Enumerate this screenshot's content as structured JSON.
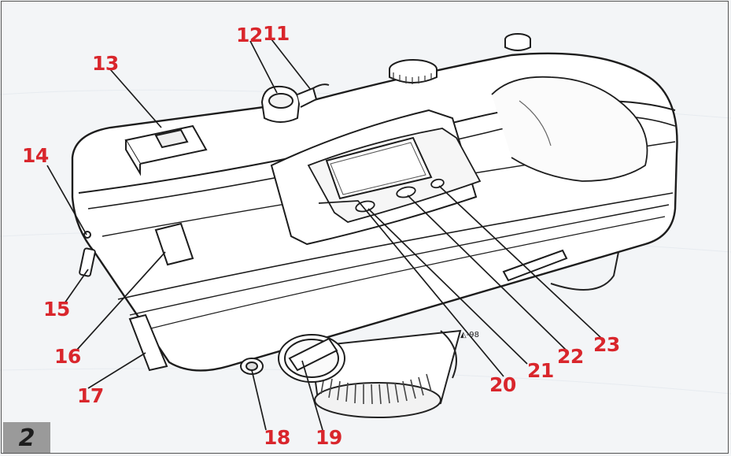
{
  "figure": {
    "number": "2",
    "lens_marking": "◭-98",
    "colors": {
      "callout": "#d9262c",
      "line": "#222222",
      "badge": "#9a9a9a"
    }
  },
  "callouts": [
    {
      "id": "11",
      "label": "11"
    },
    {
      "id": "12",
      "label": "12"
    },
    {
      "id": "13",
      "label": "13"
    },
    {
      "id": "14",
      "label": "14"
    },
    {
      "id": "15",
      "label": "15"
    },
    {
      "id": "16",
      "label": "16"
    },
    {
      "id": "17",
      "label": "17"
    },
    {
      "id": "18",
      "label": "18"
    },
    {
      "id": "19",
      "label": "19"
    },
    {
      "id": "20",
      "label": "20"
    },
    {
      "id": "21",
      "label": "21"
    },
    {
      "id": "22",
      "label": "22"
    },
    {
      "id": "23",
      "label": "23"
    }
  ]
}
